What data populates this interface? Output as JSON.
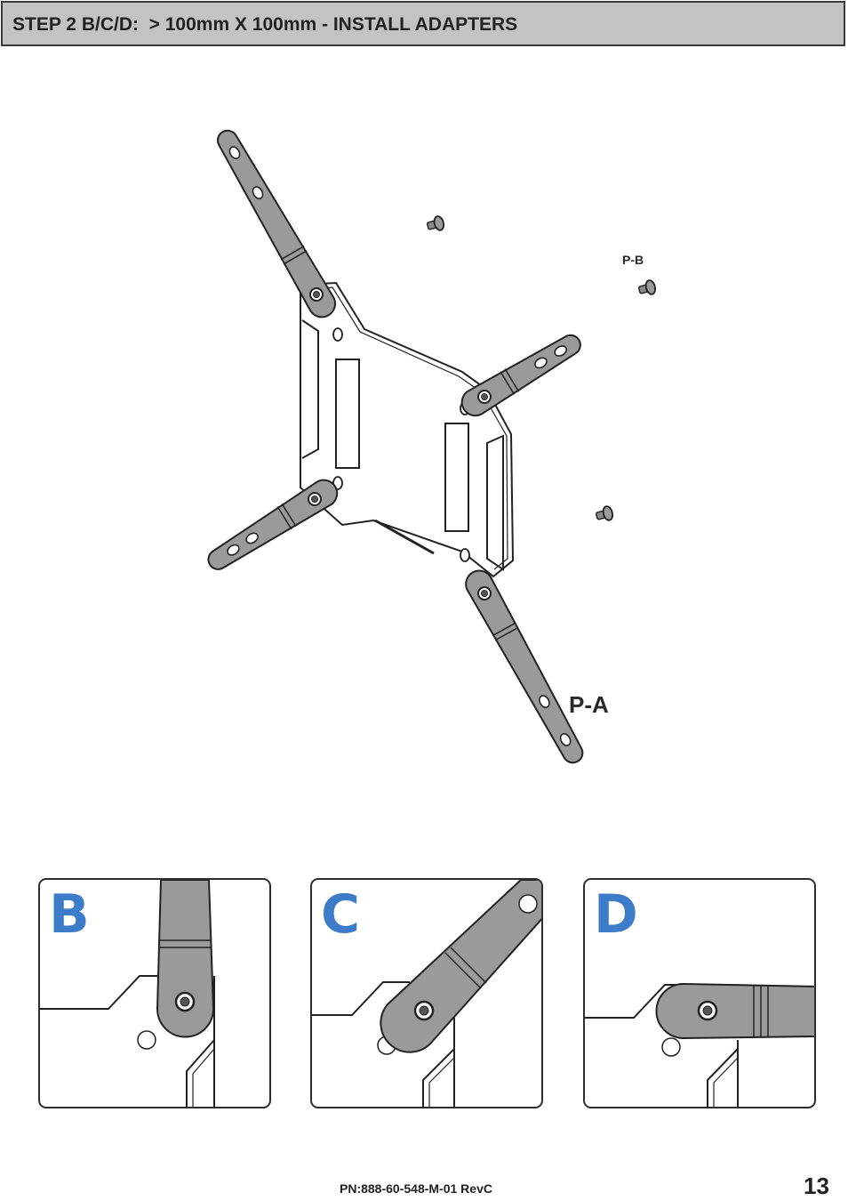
{
  "header": {
    "title": "STEP 2 B/C/D:  > 100mm X 100mm - INSTALL ADAPTERS"
  },
  "diagram": {
    "label_pa": "P-A",
    "label_pb": "P-B",
    "panels": [
      {
        "letter": "B"
      },
      {
        "letter": "C"
      },
      {
        "letter": "D"
      }
    ]
  },
  "footer": {
    "part_number": "PN:888-60-548-M-01 RevC",
    "page_number": "13"
  },
  "colors": {
    "header_bg": "#c3c3c3",
    "arm_fill": "#9a9a9a",
    "panel_letter": "#3d7cc9"
  }
}
